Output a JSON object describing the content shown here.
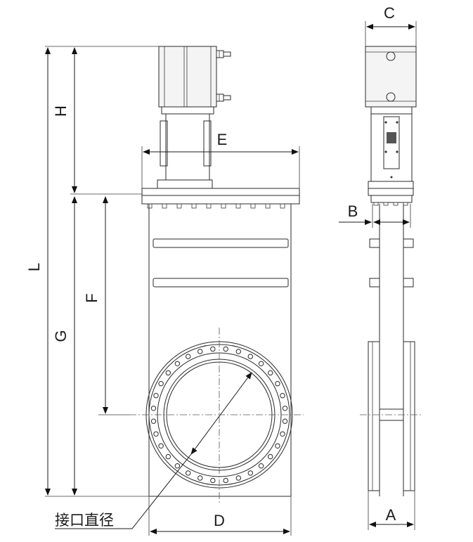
{
  "labels": {
    "L": "L",
    "H": "H",
    "G": "G",
    "F": "F",
    "E": "E",
    "D": "D",
    "C": "C",
    "B": "B",
    "A": "A"
  },
  "port_diameter_label": "接口直径"
}
